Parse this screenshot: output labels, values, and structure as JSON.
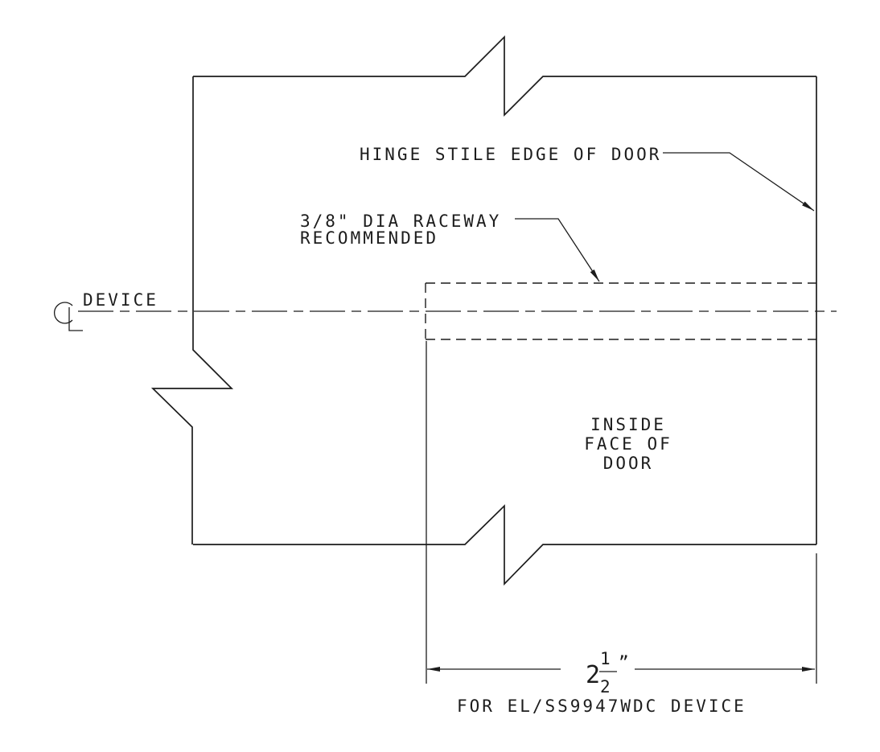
{
  "drawing": {
    "type": "door-device-installation-template",
    "labels": {
      "hinge_edge": "HINGE STILE EDGE OF DOOR",
      "raceway_line1": "3/8\" DIA RACEWAY",
      "raceway_line2": "RECOMMENDED",
      "centerline_device": "DEVICE",
      "inside_face_line1": "INSIDE",
      "inside_face_line2": "FACE OF",
      "inside_face_line3": "DOOR",
      "dimension_note": "FOR EL/SS9947WDC DEVICE"
    },
    "dimension": {
      "whole": "2",
      "numerator": "1",
      "denominator": "2",
      "unit_mark": "”",
      "value_text": "2 1/2 inches"
    },
    "symbols": {
      "centerline_symbol": "CL (centre line)"
    },
    "colors": {
      "line": "#1c1c1c",
      "background": "#ffffff"
    }
  }
}
